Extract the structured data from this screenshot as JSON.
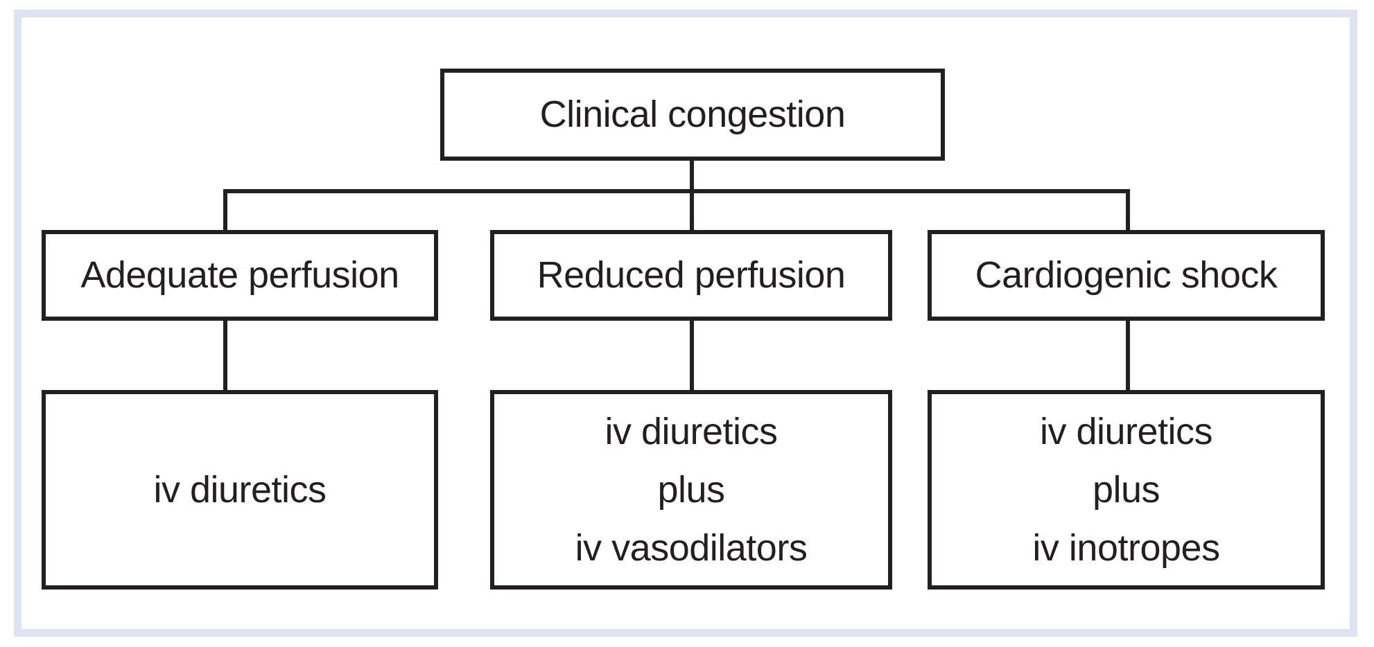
{
  "colors": {
    "ink": "#231f20",
    "frame": "#dee2f2",
    "bg": "#ffffff"
  },
  "flowchart": {
    "root_label": "Clinical congestion",
    "branches": [
      {
        "assessment": "Adequate perfusion",
        "treatment": [
          "iv diuretics"
        ]
      },
      {
        "assessment": "Reduced perfusion",
        "treatment": [
          "iv diuretics",
          "plus",
          "iv vasodilators"
        ]
      },
      {
        "assessment": "Cardiogenic shock",
        "treatment": [
          "iv diuretics",
          "plus",
          "iv inotropes"
        ]
      }
    ]
  }
}
